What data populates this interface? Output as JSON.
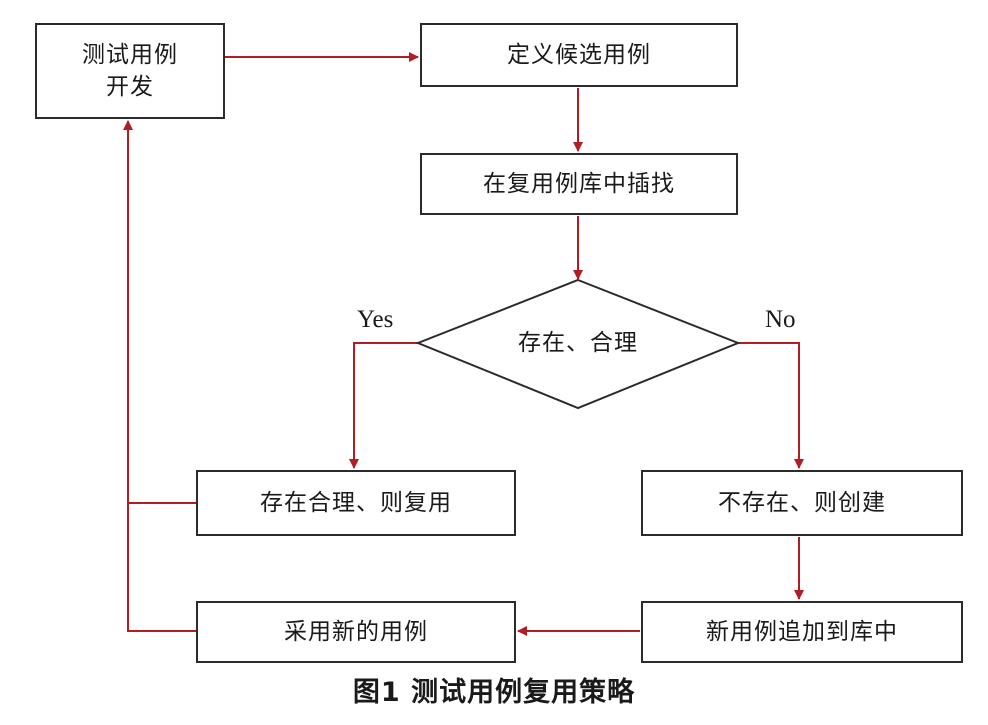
{
  "colors": {
    "connector": "#b01e23",
    "border": "#2b2b2b"
  },
  "nodes": {
    "dev": {
      "line1": "测试用例",
      "line2": "开发"
    },
    "define": "定义候选用例",
    "search": "在复用例库中插找",
    "decision": "存在、合理",
    "reuse": "存在合理、则复用",
    "create": "不存在、则创建",
    "append": "新用例追加到库中",
    "adopt": "采用新的用例"
  },
  "branches": {
    "yes": "Yes",
    "no": "No"
  },
  "caption": "图1   测试用例复用策略"
}
